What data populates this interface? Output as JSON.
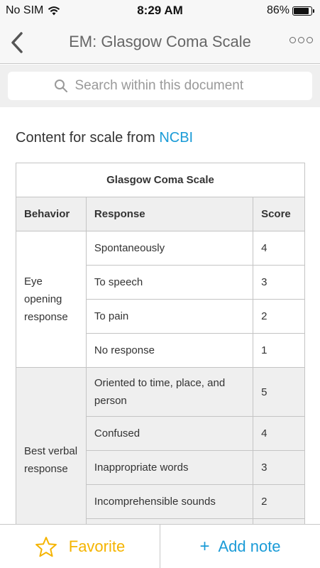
{
  "status_bar": {
    "carrier": "No SIM",
    "time": "8:29 AM",
    "battery": "86%",
    "battery_level": 0.86
  },
  "nav": {
    "title": "EM: Glasgow Coma Scale",
    "back_icon": "chevron-left-icon",
    "more_icon": "more-dots-icon"
  },
  "search": {
    "placeholder": "Search within this document",
    "value": ""
  },
  "content": {
    "intro_text": "Content for scale from ",
    "source_link": "NCBI",
    "link_color": "#1a9bd7"
  },
  "table": {
    "caption": "Glasgow Coma Scale",
    "headers": [
      "Behavior",
      "Response",
      "Score"
    ],
    "groups": [
      {
        "behavior": "Eye opening response",
        "rows": [
          {
            "response": "Spontaneously",
            "score": "4"
          },
          {
            "response": "To speech",
            "score": "3"
          },
          {
            "response": "To pain",
            "score": "2"
          },
          {
            "response": "No response",
            "score": "1"
          }
        ]
      },
      {
        "behavior": "Best verbal response",
        "rows": [
          {
            "response": "Oriented to time, place, and person",
            "score": "5"
          },
          {
            "response": "Confused",
            "score": "4"
          },
          {
            "response": "Inappropriate words",
            "score": "3"
          },
          {
            "response": "Incomprehensible sounds",
            "score": "2"
          },
          {
            "response": "",
            "score": ""
          }
        ]
      }
    ]
  },
  "bottom_bar": {
    "favorite_label": "Favorite",
    "favorite_icon": "star-icon",
    "add_note_plus": "+",
    "add_note_label": "Add note",
    "favorite_color": "#f5b400",
    "note_color": "#1a9bd7"
  }
}
